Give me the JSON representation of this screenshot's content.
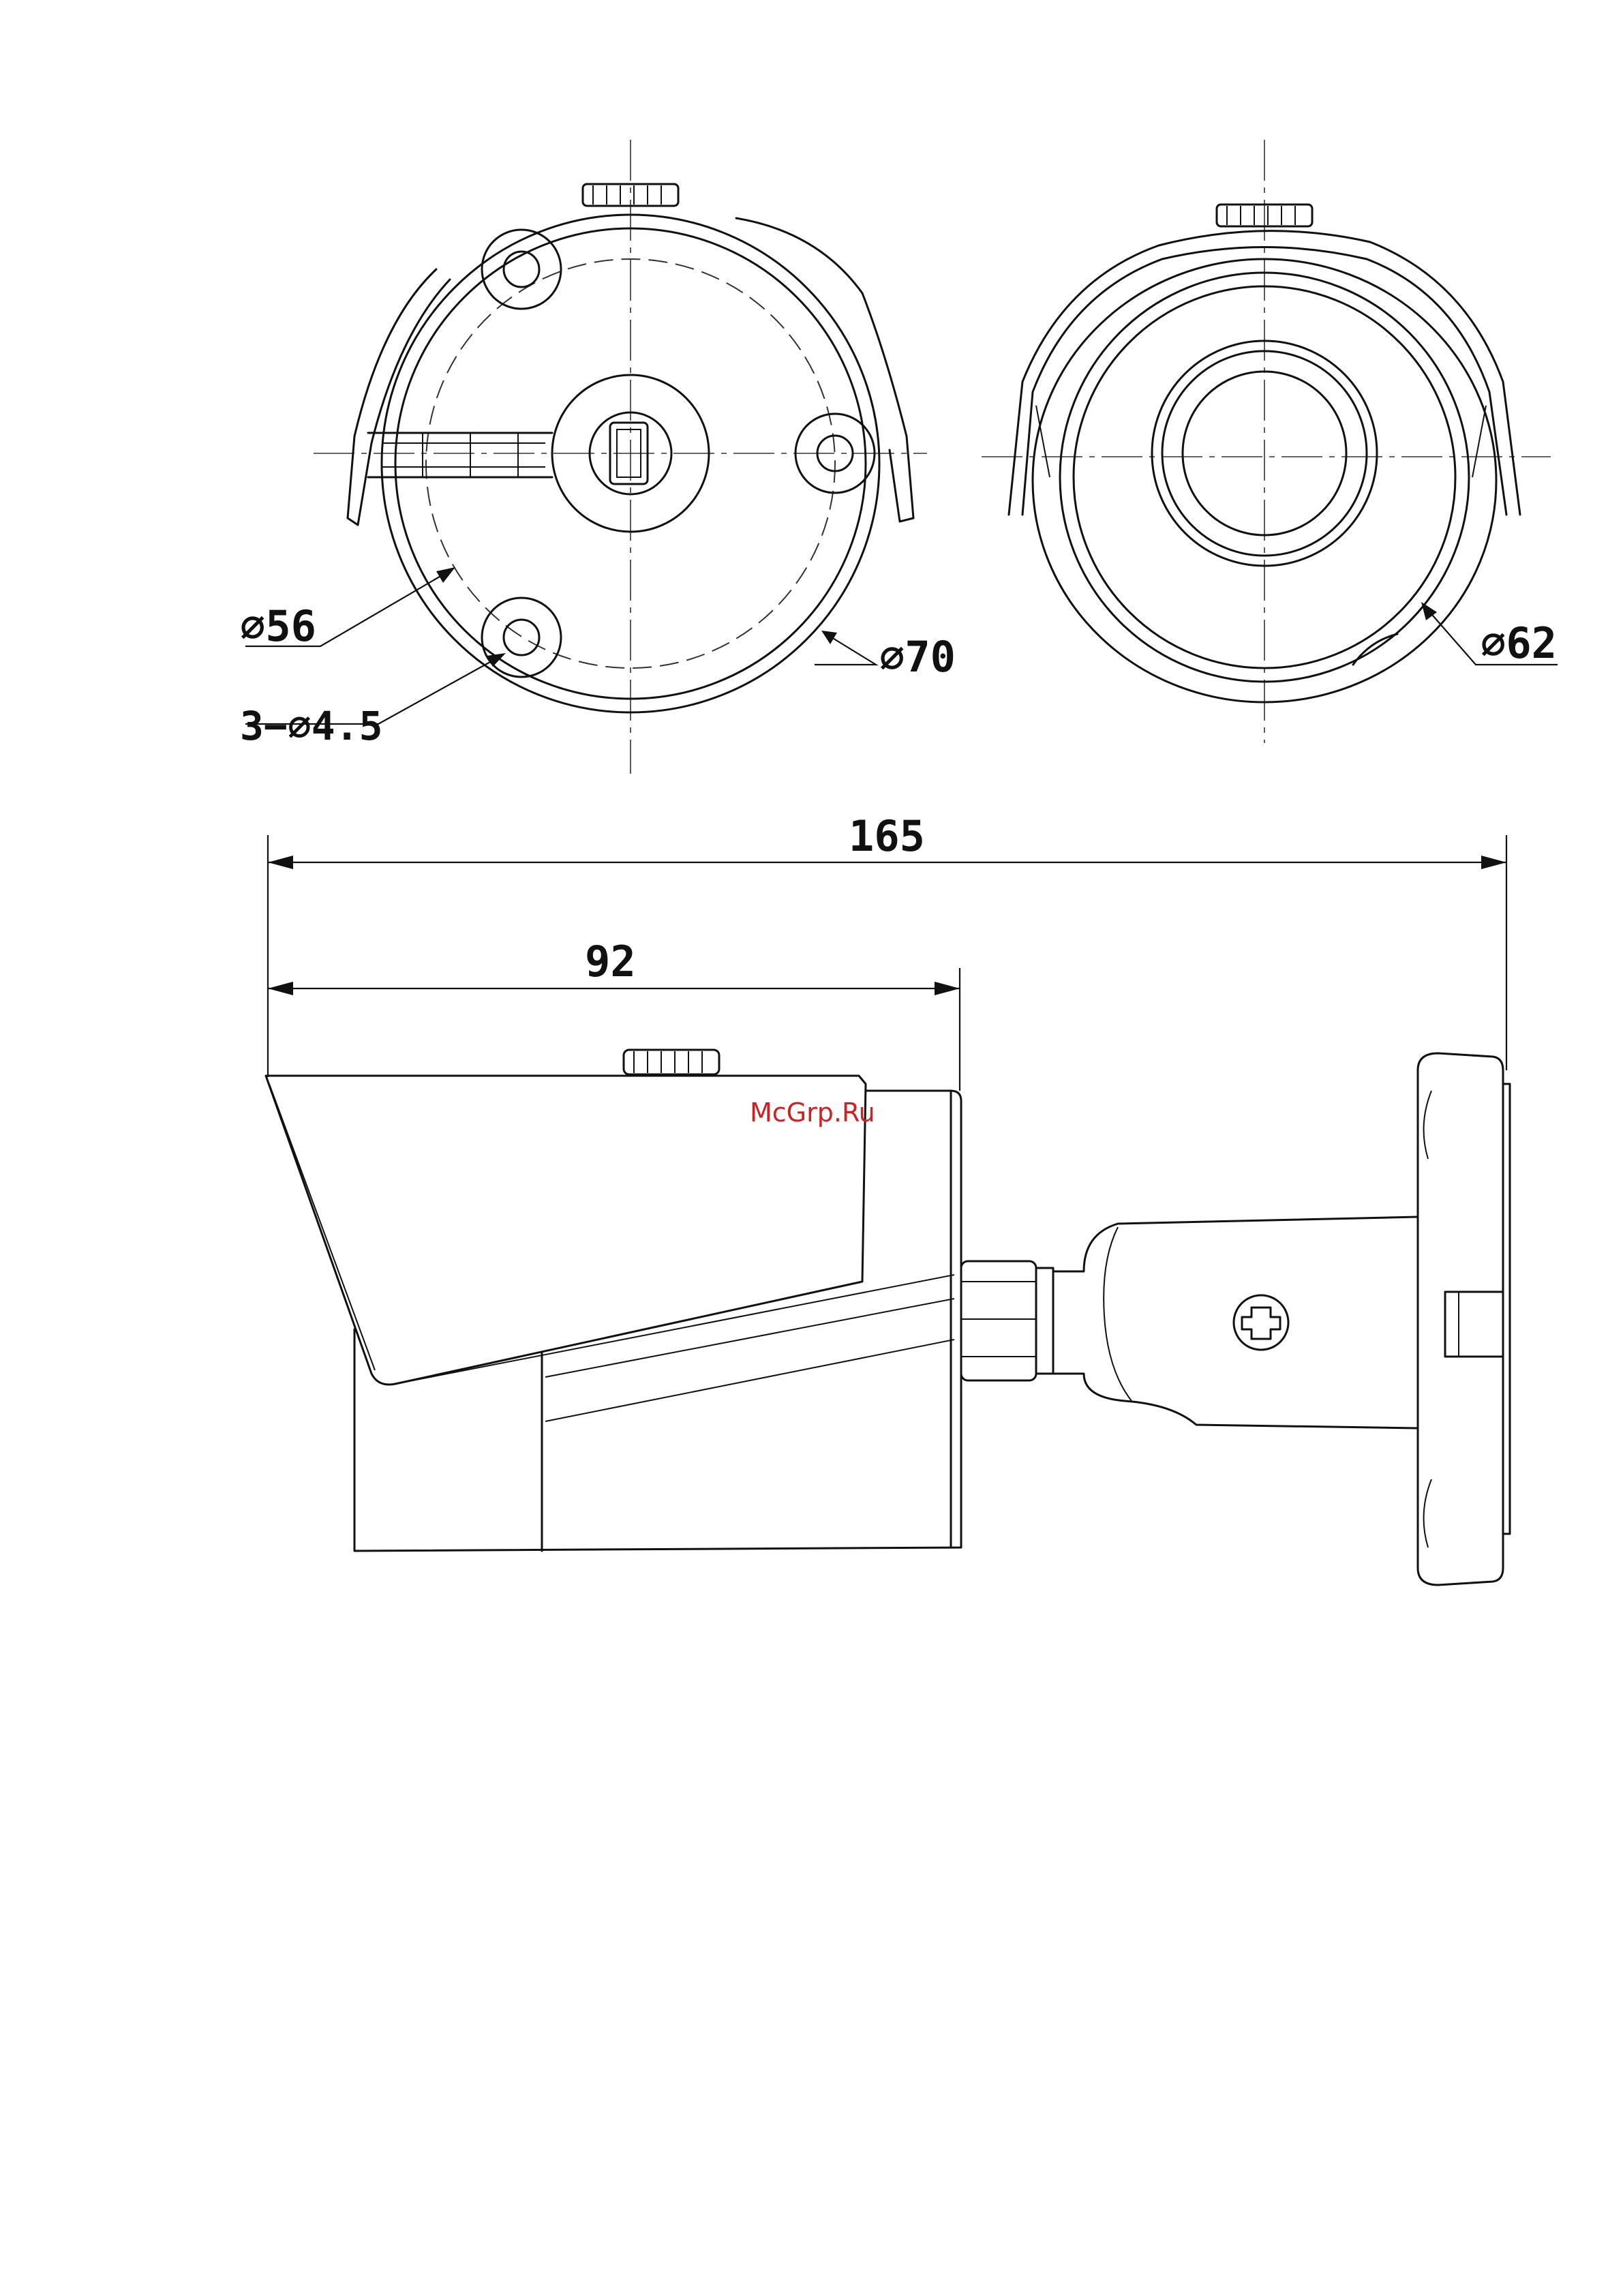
{
  "labels": {
    "dia_56": "⌀56",
    "holes": "3−⌀4.5",
    "dia_70": "⌀70",
    "dia_62": "⌀62",
    "len_165": "165",
    "len_92": "92"
  },
  "watermark": "McGrp.Ru",
  "colors": {
    "line": "#111111",
    "watermark": "#cc2222"
  }
}
